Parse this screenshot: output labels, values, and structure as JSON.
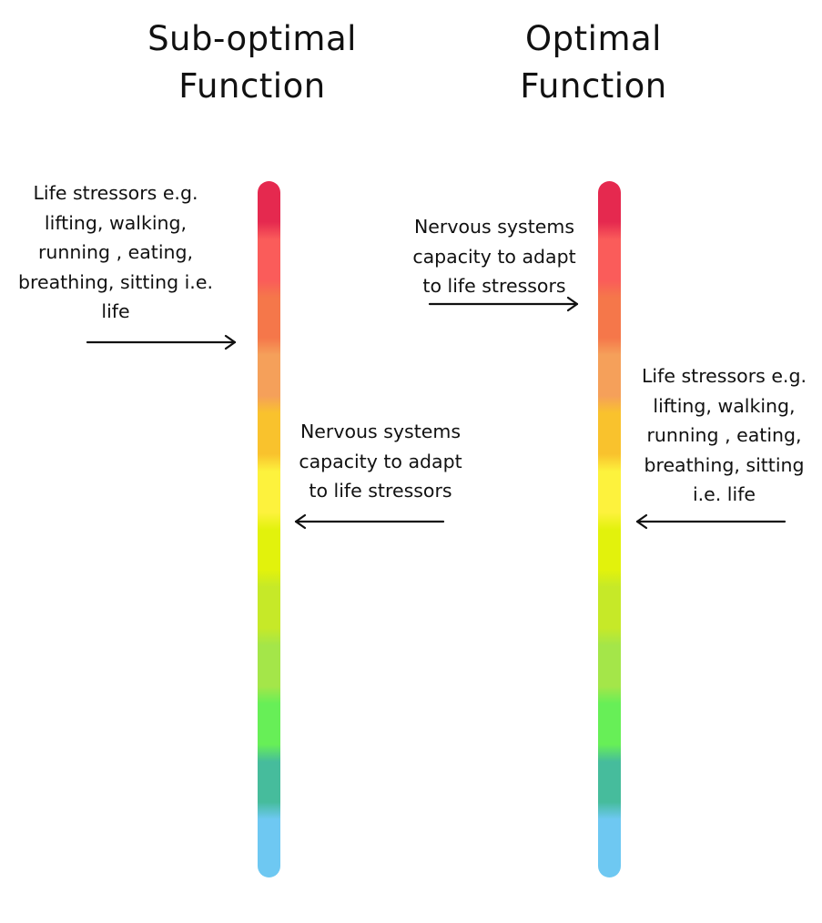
{
  "headings": {
    "suboptimal": [
      "Sub-optimal",
      "Function"
    ],
    "optimal": [
      "Optimal",
      "Function"
    ]
  },
  "suboptimal_panel": {
    "stressors_text": [
      "Life stressors e.g.",
      "lifting, walking,",
      "running , eating,",
      "breathing, sitting i.e.",
      "life"
    ],
    "capacity_text": [
      "Nervous systems",
      "capacity to adapt",
      "to life stressors"
    ]
  },
  "optimal_panel": {
    "capacity_text": [
      "Nervous systems",
      "capacity to adapt",
      "to life stressors"
    ],
    "stressors_text": [
      "Life stressors e.g.",
      "lifting, walking,",
      "running , eating,",
      "breathing, sitting",
      "i.e. life"
    ]
  },
  "scale_colors": [
    "#e5294f",
    "#fa5c5a",
    "#f5774a",
    "#f5a05a",
    "#f9c22d",
    "#fdf23d",
    "#e2f20c",
    "#c6e928",
    "#a4e649",
    "#67ef57",
    "#46bc9c",
    "#6ec8f2"
  ]
}
